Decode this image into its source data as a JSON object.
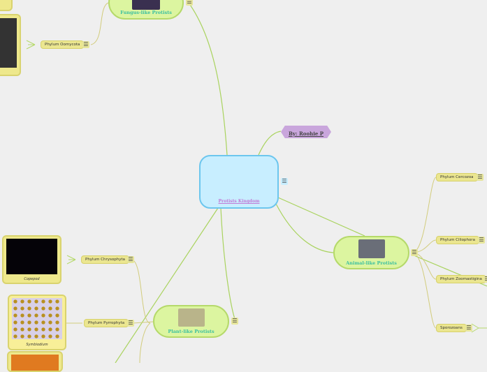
{
  "central": {
    "label": "Protists Kingdom"
  },
  "author": {
    "label": "By: Roohie P"
  },
  "branches": {
    "fungus": {
      "label": "Fungus-like Protists",
      "children": [
        "Phylum Oomycota"
      ]
    },
    "animal": {
      "label": "Animal-like Protists",
      "children": [
        "Phylum Cercozoa",
        "Phylum Ciliophora",
        "Phylum Zoomastigina",
        "Sporozoans"
      ]
    },
    "plant": {
      "label": "Plant-like Protists",
      "children": [
        "Phylum Chrysophyta",
        "Phylum Pyrrophyta"
      ]
    }
  },
  "images": {
    "copepod": "Copepod",
    "symbiodium": "Symbiodium"
  },
  "colors": {
    "central_fill": "#c8eeff",
    "central_border": "#6cc6ee",
    "topic_fill": "#dcf5a0",
    "phylum_fill": "#ebe690",
    "author_fill": "#c9a6dc"
  },
  "icons": {
    "menu": "☰"
  }
}
